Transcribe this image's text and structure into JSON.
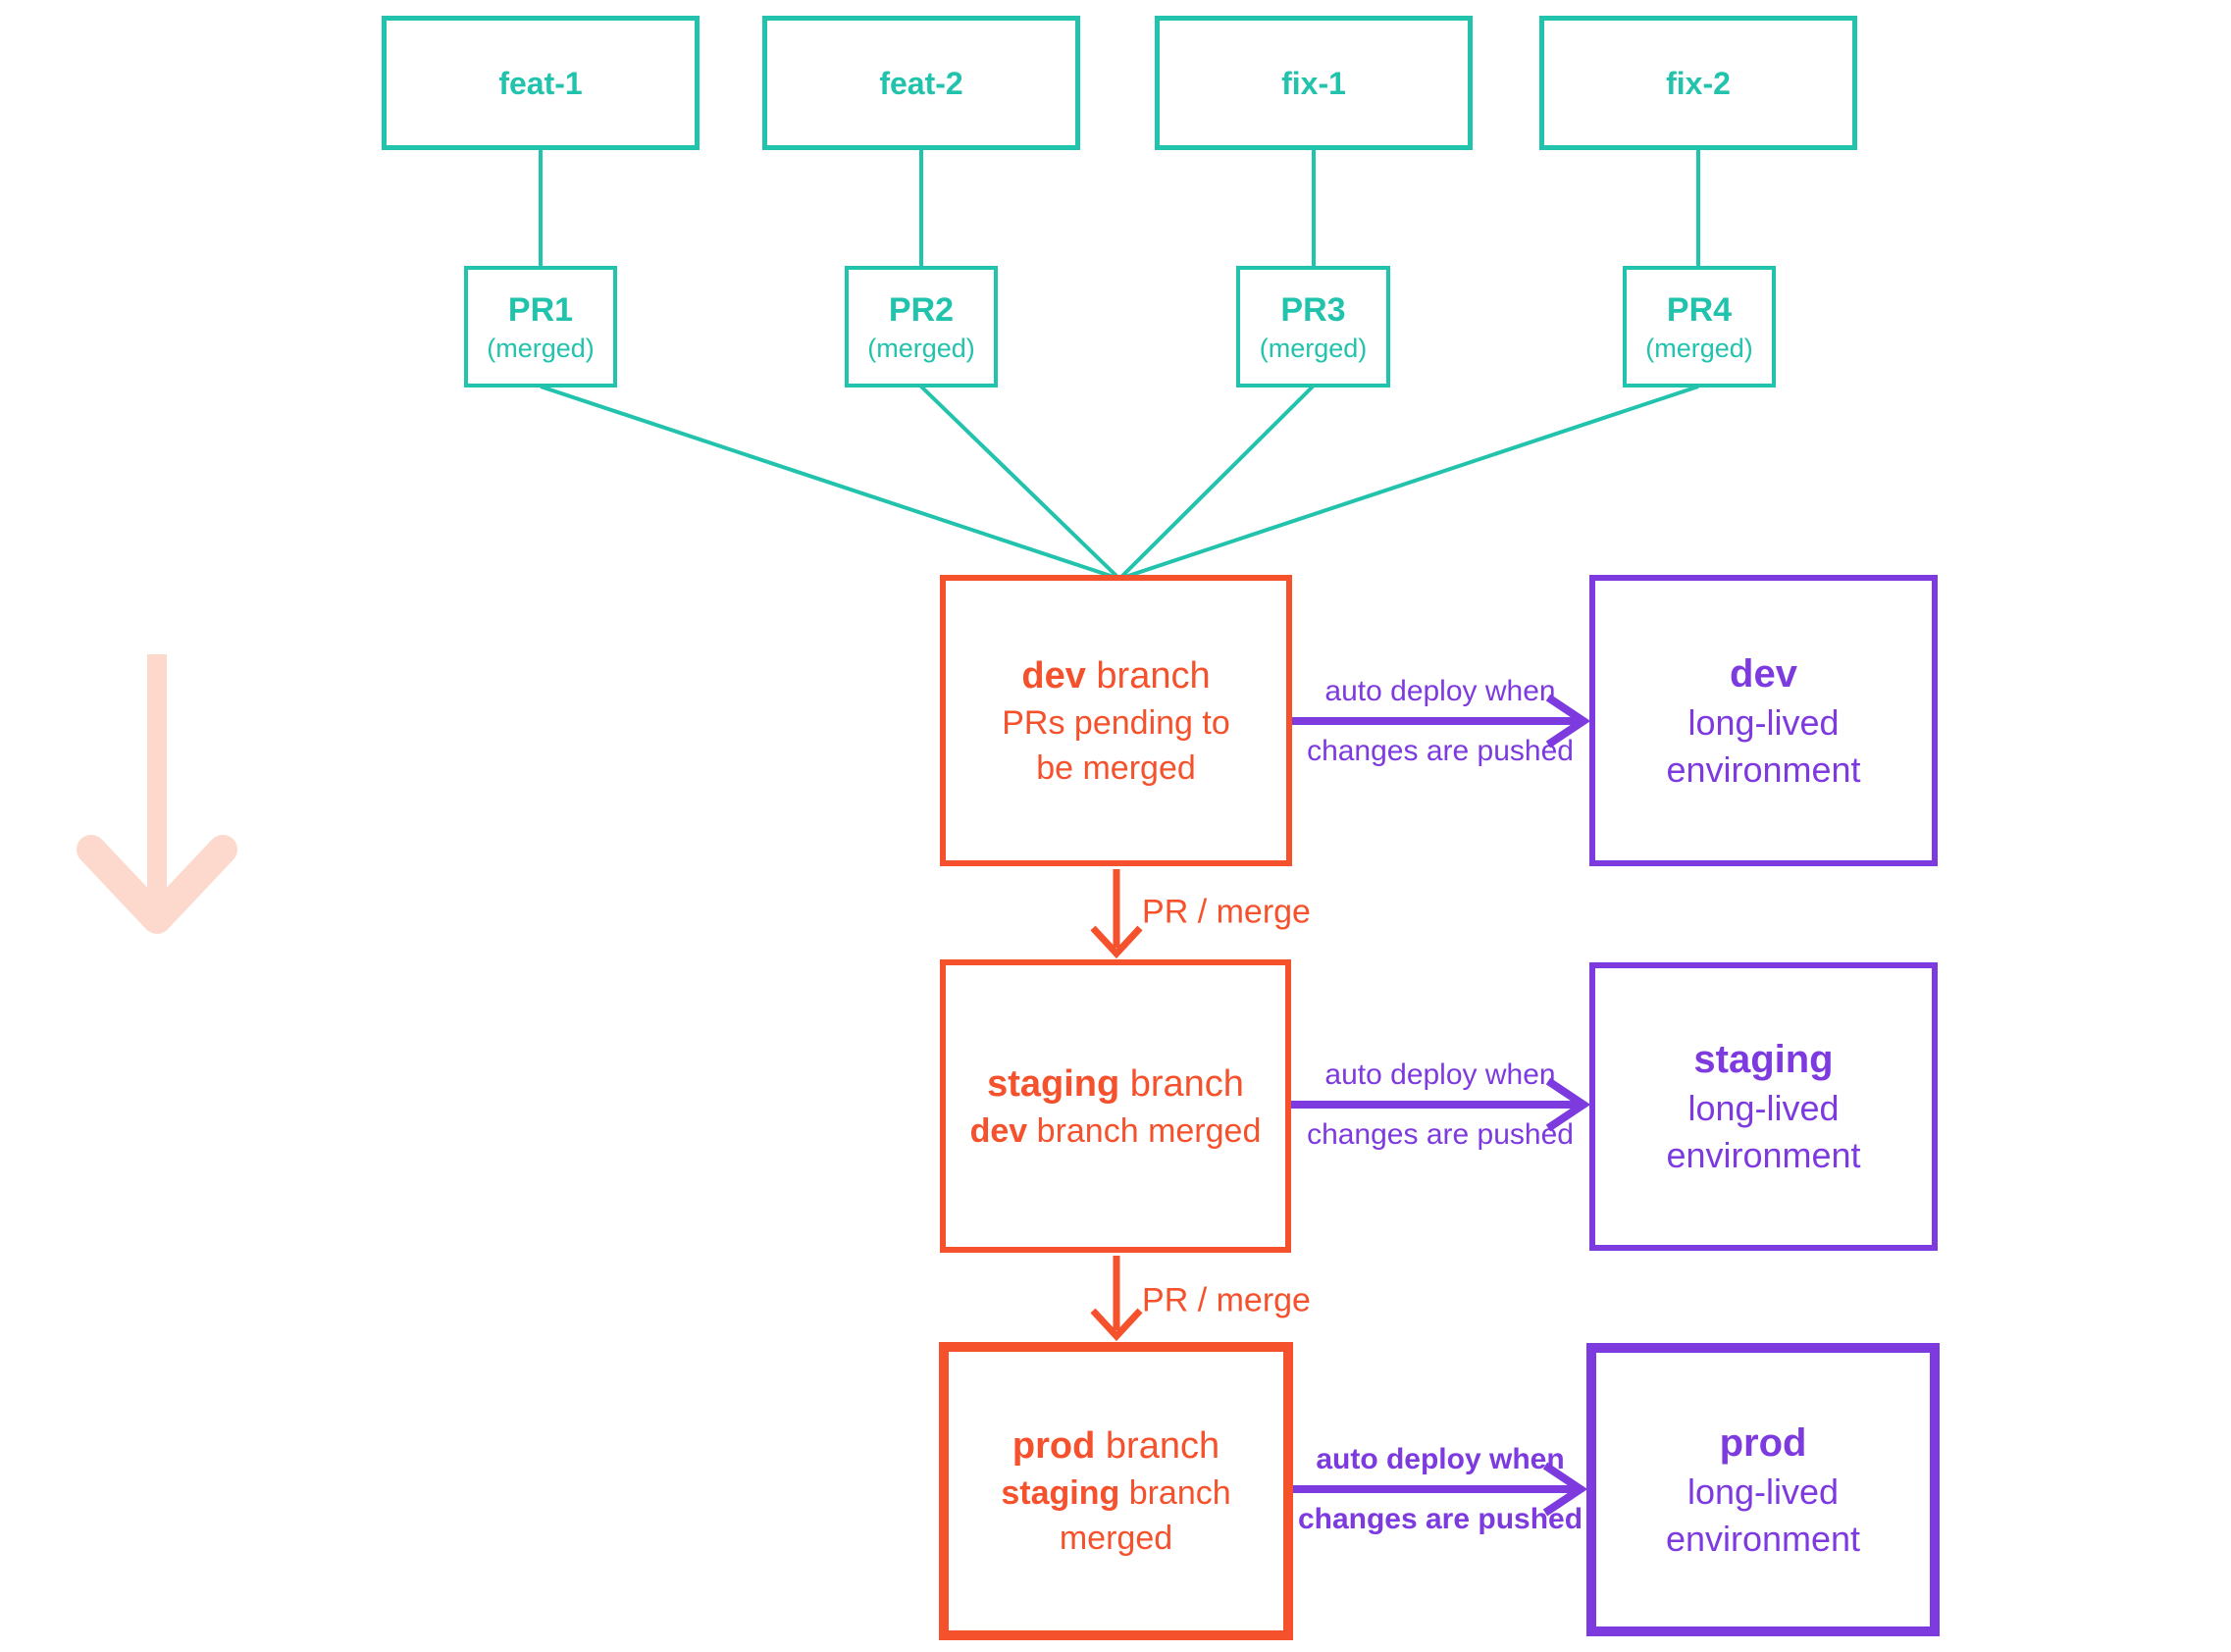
{
  "colors": {
    "teal": "#22c3ac",
    "orange": "#f4512c",
    "purple": "#7d3adf",
    "pink": "#fcd9cc"
  },
  "decorations": {
    "flow_direction_icon": "down-arrow-icon"
  },
  "top_branches": [
    {
      "label": "feat-1"
    },
    {
      "label": "feat-2"
    },
    {
      "label": "fix-1"
    },
    {
      "label": "fix-2"
    }
  ],
  "prs": [
    {
      "label": "PR1",
      "status": "(merged)"
    },
    {
      "label": "PR2",
      "status": "(merged)"
    },
    {
      "label": "PR3",
      "status": "(merged)"
    },
    {
      "label": "PR4",
      "status": "(merged)"
    }
  ],
  "rows": [
    {
      "branch": {
        "lines": [
          {
            "bold": "dev",
            "rest": " branch"
          },
          {
            "bold": "",
            "rest": "PRs pending to"
          },
          {
            "bold": "",
            "rest": "be merged"
          }
        ]
      },
      "deploy": {
        "line1": "auto deploy when",
        "line2": "changes are pushed"
      },
      "env": {
        "name": "dev",
        "desc1": "long-lived",
        "desc2": "environment"
      }
    },
    {
      "branch": {
        "lines": [
          {
            "bold": "staging",
            "rest": " branch"
          },
          {
            "bold": "dev",
            "rest": " branch merged"
          }
        ]
      },
      "deploy": {
        "line1": "auto deploy when",
        "line2": "changes are pushed"
      },
      "env": {
        "name": "staging",
        "desc1": "long-lived",
        "desc2": "environment"
      }
    },
    {
      "branch": {
        "lines": [
          {
            "bold": "prod",
            "rest": " branch"
          },
          {
            "bold": "staging",
            "rest": " branch"
          },
          {
            "bold": "",
            "rest": "merged"
          }
        ]
      },
      "deploy": {
        "line1": "auto deploy when",
        "line2": "changes are pushed"
      },
      "env": {
        "name": "prod",
        "desc1": "long-lived",
        "desc2": "environment"
      }
    }
  ],
  "merge_labels": [
    {
      "label": "PR / merge"
    },
    {
      "label": "PR / merge"
    }
  ]
}
